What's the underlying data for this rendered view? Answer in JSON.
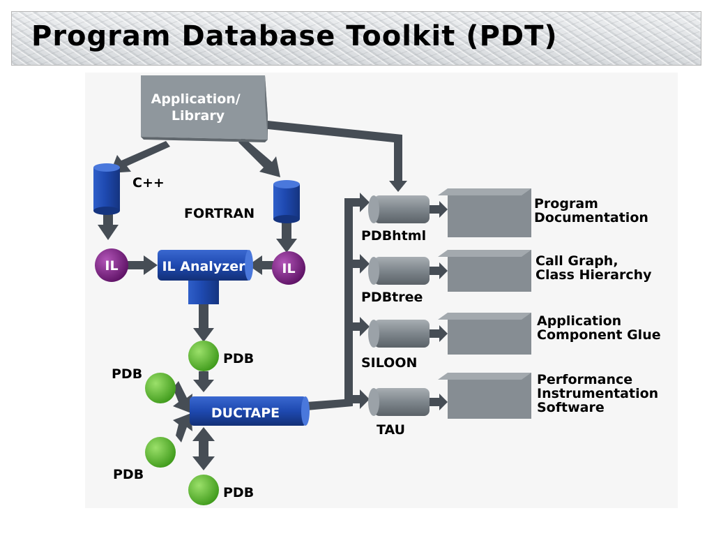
{
  "title": "Program Database Toolkit (PDT)",
  "colors": {
    "arrow": "#464d55",
    "box_gray": "#8f979d",
    "cylinder_blue": "#1e49b0",
    "il_purple": "#7a1f80",
    "pdb_green": "#62c22e"
  },
  "nodes": {
    "app_library": "Application/\nLibrary",
    "cpp": "C++",
    "fortran": "FORTRAN",
    "il_left": "IL",
    "il_right": "IL",
    "il_analyzer": "IL Analyzer",
    "pdb_main": "PDB",
    "pdb_upper_left": "PDB",
    "pdb_lower_left": "PDB",
    "pdb_bottom": "PDB",
    "ductape": "DUCTAPE"
  },
  "tools": [
    {
      "name": "PDBhtml",
      "output": "Program\nDocumentation"
    },
    {
      "name": "PDBtree",
      "output": "Call Graph,\nClass Hierarchy"
    },
    {
      "name": "SILOON",
      "output": "Application\nComponent Glue"
    },
    {
      "name": "TAU",
      "output": "Performance\nInstrumentation\nSoftware"
    }
  ]
}
